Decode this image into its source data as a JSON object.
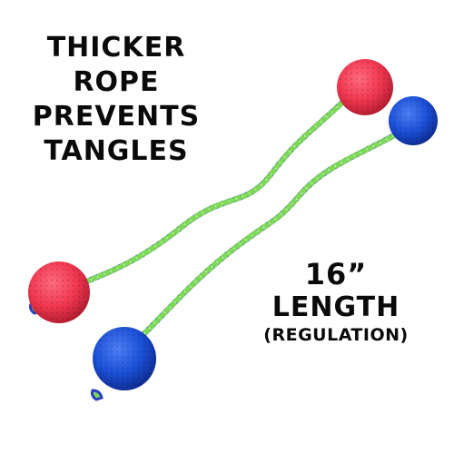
{
  "headline": {
    "lines": [
      "THICKER",
      "ROPE",
      "PREVENTS",
      "TANGLES"
    ]
  },
  "spec": {
    "size": "16”",
    "label": "LENGTH",
    "note": "(REGULATION)"
  },
  "colors": {
    "ball_red": "#f0374f",
    "ball_blue": "#1b4fd6",
    "rope_blue": "#2a3fbf",
    "rope_green": "#7ed957",
    "text": "#0a0a0a"
  }
}
